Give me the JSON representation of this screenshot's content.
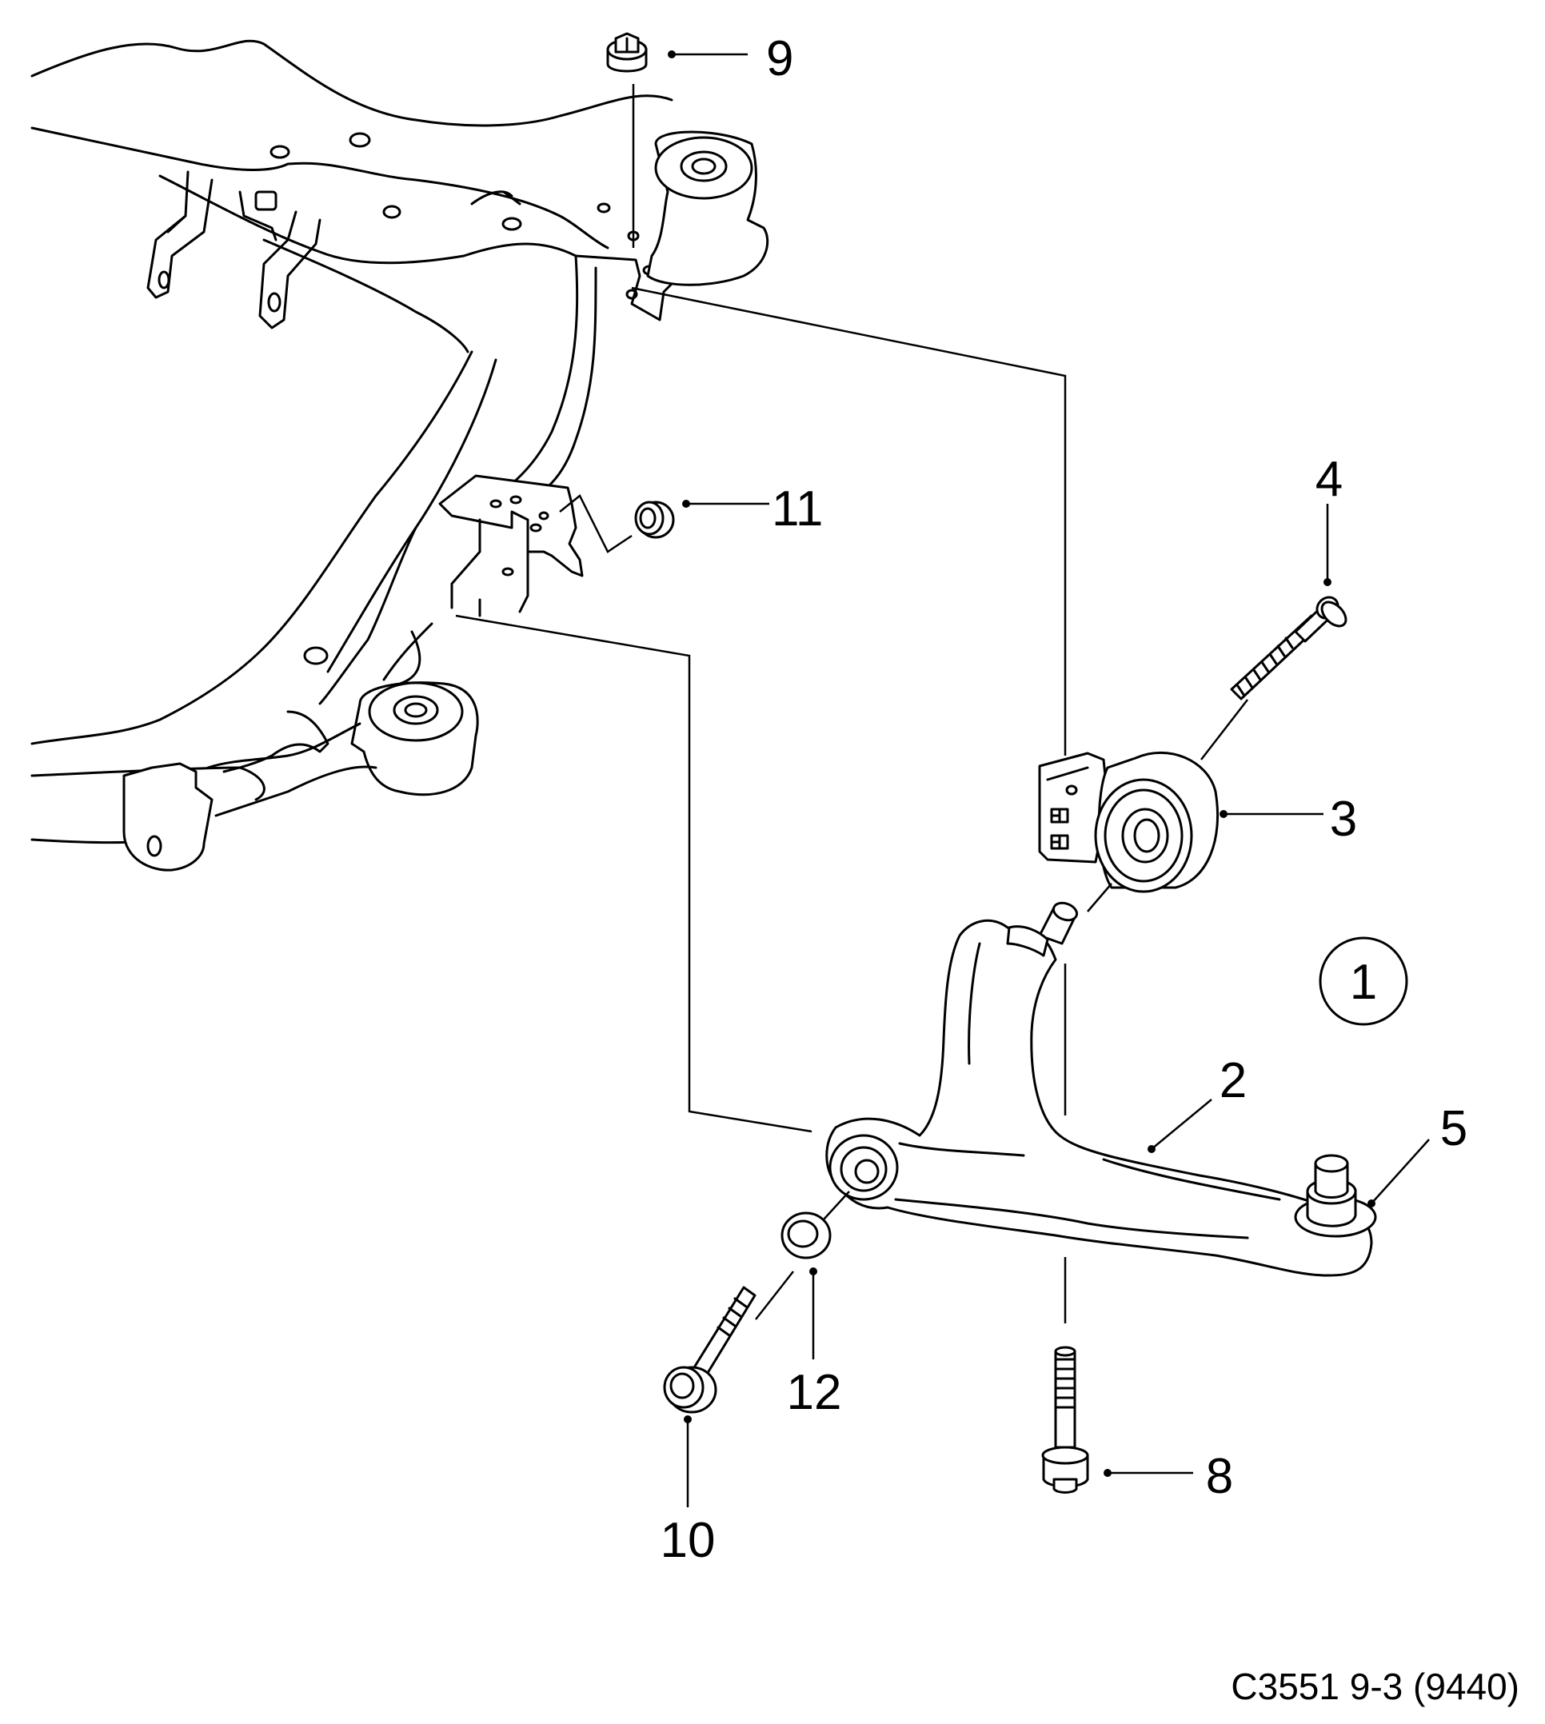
{
  "figure_code": "C3551 9-3 (9440)",
  "group_marker": "1",
  "callouts": [
    {
      "id": "2",
      "label": "2"
    },
    {
      "id": "3",
      "label": "3"
    },
    {
      "id": "4",
      "label": "4"
    },
    {
      "id": "5",
      "label": "5"
    },
    {
      "id": "8",
      "label": "8"
    },
    {
      "id": "9",
      "label": "9"
    },
    {
      "id": "10",
      "label": "10"
    },
    {
      "id": "11",
      "label": "11"
    },
    {
      "id": "12",
      "label": "12"
    }
  ],
  "colors": {
    "line": "#000000",
    "background": "#ffffff"
  }
}
